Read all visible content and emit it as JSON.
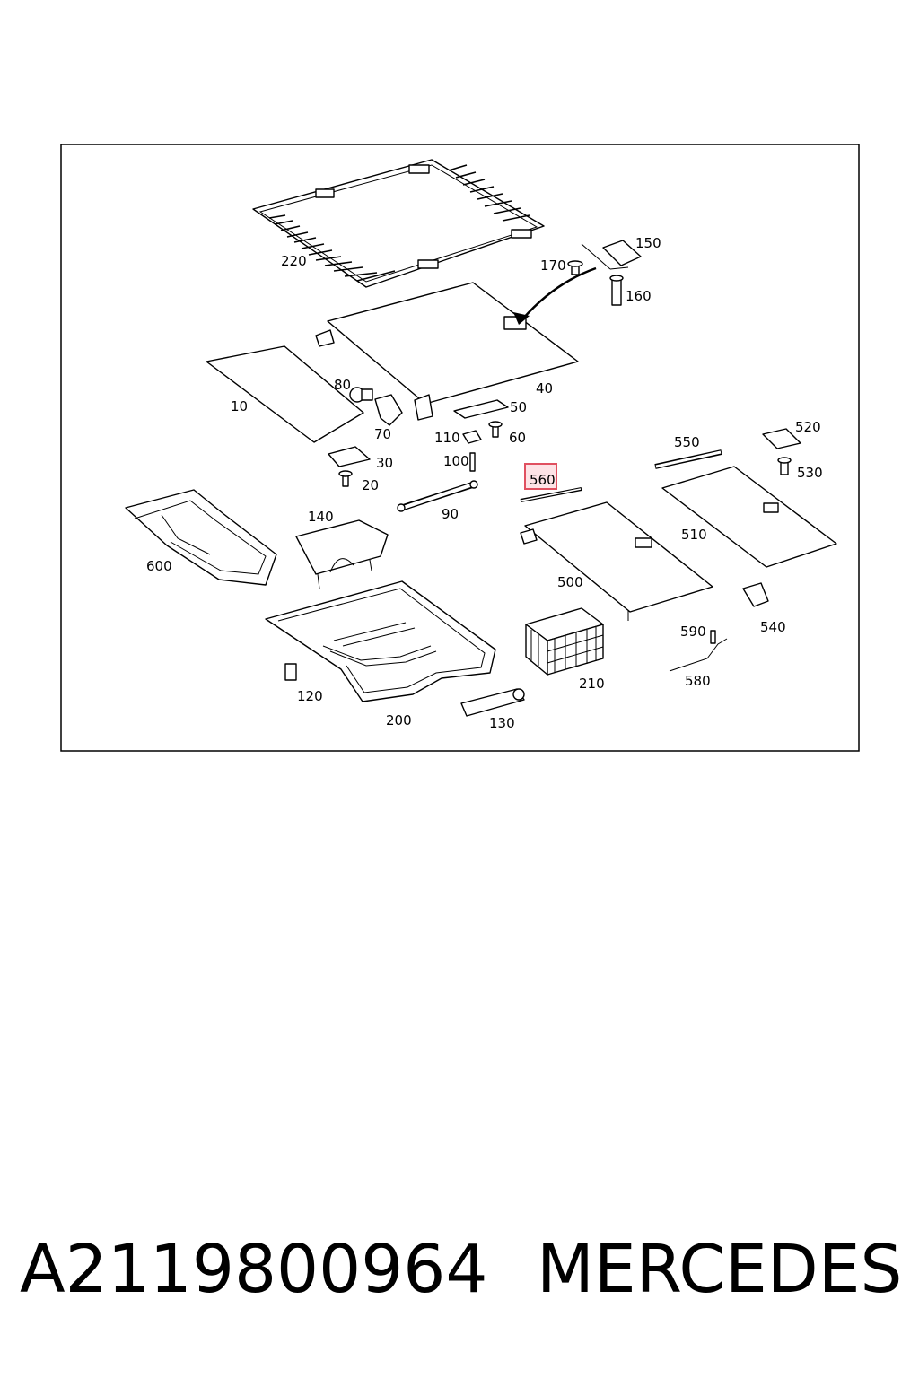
{
  "diagram": {
    "labels": [
      {
        "id": "p10",
        "text": "10"
      },
      {
        "id": "p20",
        "text": "20"
      },
      {
        "id": "p30",
        "text": "30"
      },
      {
        "id": "p40",
        "text": "40"
      },
      {
        "id": "p50",
        "text": "50"
      },
      {
        "id": "p60",
        "text": "60"
      },
      {
        "id": "p70",
        "text": "70"
      },
      {
        "id": "p80",
        "text": "80"
      },
      {
        "id": "p90",
        "text": "90"
      },
      {
        "id": "p100",
        "text": "100"
      },
      {
        "id": "p110",
        "text": "110"
      },
      {
        "id": "p120",
        "text": "120"
      },
      {
        "id": "p130",
        "text": "130"
      },
      {
        "id": "p140",
        "text": "140"
      },
      {
        "id": "p150",
        "text": "150"
      },
      {
        "id": "p160",
        "text": "160"
      },
      {
        "id": "p170",
        "text": "170"
      },
      {
        "id": "p200",
        "text": "200"
      },
      {
        "id": "p210",
        "text": "210"
      },
      {
        "id": "p220",
        "text": "220"
      },
      {
        "id": "p500",
        "text": "500"
      },
      {
        "id": "p510",
        "text": "510"
      },
      {
        "id": "p520",
        "text": "520"
      },
      {
        "id": "p530",
        "text": "530"
      },
      {
        "id": "p540",
        "text": "540"
      },
      {
        "id": "p550",
        "text": "550"
      },
      {
        "id": "p560",
        "text": "560"
      },
      {
        "id": "p580",
        "text": "580"
      },
      {
        "id": "p590",
        "text": "590"
      },
      {
        "id": "p600",
        "text": "600"
      }
    ],
    "highlight_label": "560",
    "highlight_color": "#e05060"
  },
  "footer": {
    "part_number": "A2119800964",
    "brand": "MERCEDES"
  }
}
